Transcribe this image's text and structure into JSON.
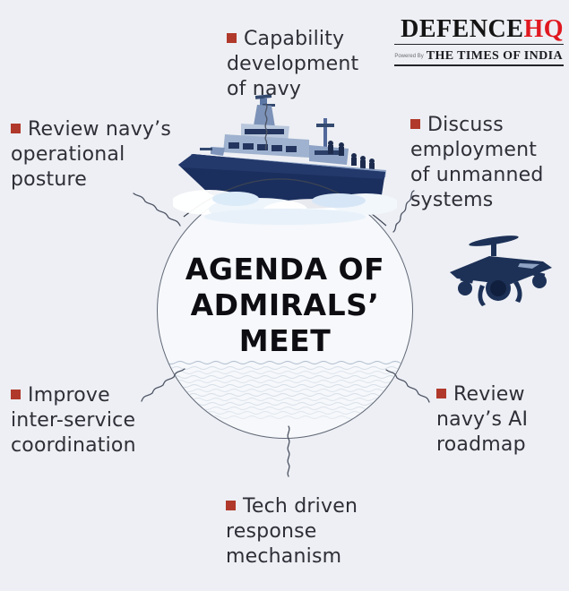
{
  "page": {
    "background_color": "#edeff4"
  },
  "logo": {
    "brand_black": "DEFENCE",
    "brand_red": "HQ",
    "powered_by": "Powered By",
    "publication": "THE TIMES OF INDIA",
    "brand_red_color": "#e0171f"
  },
  "center": {
    "title_lines": [
      "AGENDA OF",
      "ADMIRALS’",
      "MEET"
    ]
  },
  "bullets": {
    "top": {
      "lines": [
        "Capability",
        "development",
        "of navy"
      ]
    },
    "upper_left": {
      "lines": [
        "Review navy’s",
        "operational",
        "posture"
      ]
    },
    "upper_right": {
      "lines": [
        "Discuss",
        "employment",
        "of unmanned",
        "systems"
      ]
    },
    "lower_left": {
      "lines": [
        "Improve",
        "inter-service",
        "coordination"
      ]
    },
    "lower_right": {
      "lines": [
        "Review",
        "navy’s AI",
        "roadmap"
      ]
    },
    "bottom": {
      "lines": [
        "Tech driven",
        "response",
        "mechanism"
      ]
    }
  },
  "colors": {
    "bullet_square": "#b0392b",
    "body_text": "#2e2f37",
    "title_text": "#0d0d12",
    "circle_stroke": "#606876",
    "ship_navy": "#1b2f5e",
    "accent_red": "#e0171f"
  },
  "icons": {
    "ship": "warship-illustration",
    "drone": "quadcopter-drone-illustration"
  }
}
